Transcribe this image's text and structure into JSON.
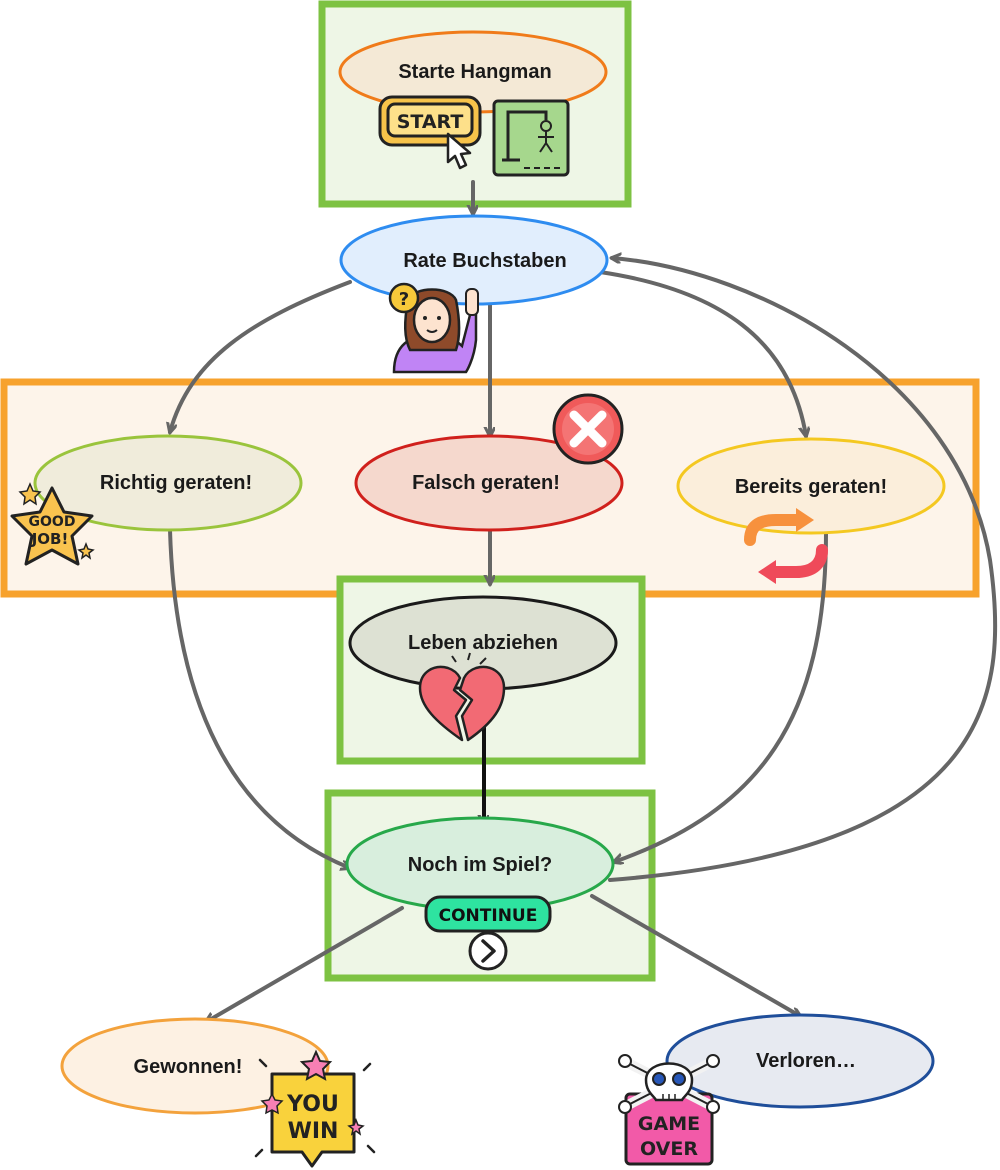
{
  "nodes": {
    "start": "Starte Hangman",
    "guess": "Rate Buchstaben",
    "correct": "Richtig geraten!",
    "wrong": "Falsch geraten!",
    "already": "Bereits geraten!",
    "lose_life": "Leben abziehen",
    "still_playing": "Noch im Spiel?",
    "won": "Gewonnen!",
    "lost": "Verloren…"
  },
  "stickers": {
    "start_button": "START",
    "good_job": [
      "GOOD",
      "JOB!"
    ],
    "continue": "CONTINUE",
    "you_win": [
      "YOU",
      "WIN"
    ],
    "game_over": [
      "GAME",
      "OVER"
    ]
  },
  "colors": {
    "group_green": "#7dc242",
    "group_orange": "#f7a22d",
    "arrow": "#666666"
  }
}
